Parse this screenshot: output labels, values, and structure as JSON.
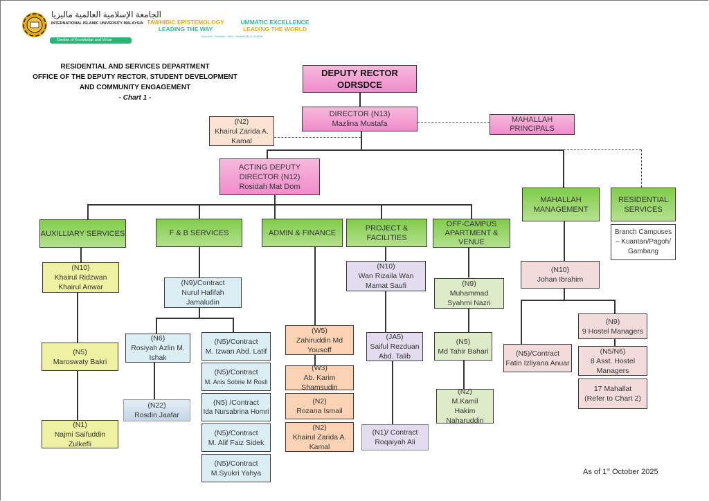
{
  "header": {
    "university_name_en": "INTERNATIONAL ISLAMIC UNIVERSITY MALAYSIA",
    "university_name_ar": "الجامعة الإسلامية العالمية ماليزيا",
    "logo_ribbon": "Garden of Knowledge and Virtue",
    "tagline_left_line1": "TAWHIDIC EPISTEMOLOGY",
    "tagline_left_line2": "LEADING THE WAY",
    "tagline_right_line1": "UMMATIC EXCELLENCE",
    "tagline_right_line2": "LEADING THE WORLD",
    "tagline_small": "KHALIFAH · AMANAH · IQRA · RAHMATAN LIL-ALAMIN",
    "colors": {
      "gold": "#e0a91f",
      "teal": "#2fb49c"
    }
  },
  "title": {
    "line1": "RESIDENTIAL AND SERVICES DEPARTMENT",
    "line2": "OFFICE OF THE DEPUTY RECTOR, STUDENT DEVELOPMENT",
    "line3": "AND COMMUNITY ENGAGEMENT",
    "line4": "- Chart 1 -"
  },
  "nodes": {
    "deputy_rector": {
      "line1": "DEPUTY RECTOR",
      "line2": "ODRSDCE"
    },
    "director": {
      "line1": "DIRECTOR (N13)",
      "line2": "Mazlina Mustafa"
    },
    "secretary": {
      "line1": "(N2)",
      "line2": "Khairul Zarida A. Kamal"
    },
    "mahallah_principals": {
      "line1": "MAHALLAH",
      "line2": "PRINCIPALS"
    },
    "acting_deputy": {
      "line1": "ACTING DEPUTY DIRECTOR (N12)",
      "line2": "Rosidah Mat Dom"
    },
    "mahallah_management": {
      "label": "MAHALLAH MANAGEMENT"
    },
    "residential_services": {
      "label": "RESIDENTIAL SERVICES"
    },
    "branch_campuses": {
      "label": "Branch Campuses – Kuantan/Pagoh/ Gambang"
    },
    "units": {
      "auxiliary": "AUXILLIARY SERVICES",
      "fnb": "F & B SERVICES",
      "admin": "ADMIN & FINANCE",
      "project": "PROJECT & FACILITIES",
      "offcampus": "OFF-CAMPUS APARTMENT & VENUE"
    },
    "aux_staff": [
      {
        "grade": "(N10)",
        "name": "Khairul Ridzwan Khairul Anwar"
      },
      {
        "grade": "(N5)",
        "name": "Maroswaty Bakri"
      },
      {
        "grade": "(N1)",
        "name": "Najmi Saifuddin Zulkefli"
      }
    ],
    "fnb_head": {
      "grade": "(N9)/Contract",
      "name": "Nurul Hafifah Jamaludin"
    },
    "fnb_left": [
      {
        "grade": "(N6)",
        "name": "Rosiyah Azlin M. Ishak"
      },
      {
        "grade": "(N22)",
        "name": "Rosdin Jaafar"
      }
    ],
    "fnb_right": [
      {
        "grade": "(N5)/Contract",
        "name": "M. Izwan Abd. Latif"
      },
      {
        "grade": "(N5)/Contract",
        "name": "M. Anis Sobrie M Rosli"
      },
      {
        "grade": "(N5) /Contract",
        "name": "Ida Nursabrina Homri"
      },
      {
        "grade": "(N5)/Contract",
        "name": "M. Alif Faiz Sidek"
      },
      {
        "grade": "(N5)/Contract",
        "name": "M.Syukri Yahya"
      }
    ],
    "admin_staff": [
      {
        "grade": "(W5)",
        "name": "Zahiruddin Md Yousoff"
      },
      {
        "grade": "(W3)",
        "name": "Ab. Karim Shamsudin"
      },
      {
        "grade": "(N2)",
        "name": "Rozana Ismail"
      },
      {
        "grade": "(N2)",
        "name": "Khairul Zarida A. Kamal"
      }
    ],
    "project_staff": [
      {
        "grade": "(N10)",
        "name": "Wan Rizaila Wan Mamat Saufi"
      },
      {
        "grade": "(JA5)",
        "name": "Saiful Rezduan Abd. Talib"
      },
      {
        "grade": "(N1)/ Contract",
        "name": "Roqaiyah Ali"
      }
    ],
    "offcampus_staff": [
      {
        "grade": "(N9)",
        "name": "Muhammad Syahmi Nazri"
      },
      {
        "grade": "(N5)",
        "name": "Md Tahir Bahari"
      },
      {
        "grade": "(N2)",
        "name": "M.Kamil Hakim Naharuddin"
      }
    ],
    "mahallah_staff": {
      "head": {
        "grade": "(N10)",
        "name": "Johan Ibrahim"
      },
      "contract": {
        "grade": "(N5)/Contract",
        "name": "Fatin Izliyana Anuar"
      },
      "hostel_managers": {
        "grade": "(N9)",
        "name": "9 Hostel Managers"
      },
      "asst_managers": {
        "grade": "(N5/N6)",
        "name": "8 Asst. Hostel Managers"
      },
      "mahallat": {
        "line1": "17 Mahallat",
        "line2": "(Refer to Chart 2)"
      }
    }
  },
  "footer": {
    "as_of_prefix": "As of 1",
    "as_of_sup": "st",
    "as_of_suffix": " October 2025"
  }
}
